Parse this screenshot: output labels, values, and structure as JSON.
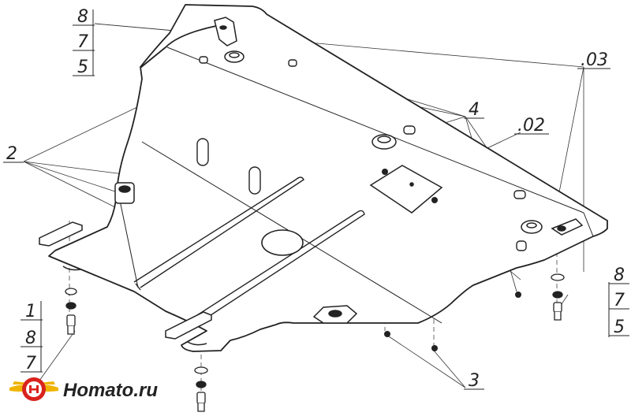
{
  "callouts": {
    "top_left": [
      "8",
      "7",
      "5"
    ],
    "right_group": [
      "8",
      "7",
      "5"
    ],
    "bottom_left": [
      "1",
      "8",
      "7"
    ],
    "label_2": "2",
    "label_3": "3",
    "label_4": "4",
    "label_02": ".02",
    "label_03": ".03"
  },
  "logo": {
    "text": "Homato.ru",
    "accent_color": "#d9231d",
    "wing_color": "#f0b400"
  },
  "colors": {
    "ink": "#222222",
    "paper": "#ffffff"
  }
}
